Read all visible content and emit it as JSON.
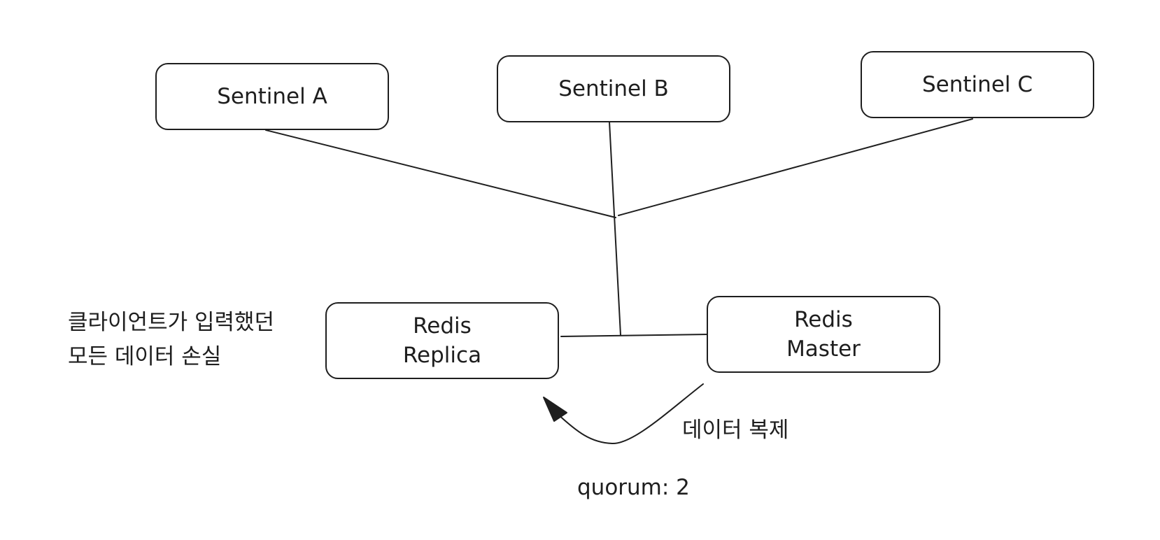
{
  "diagram": {
    "sentinels": [
      {
        "id": "sentinel-a",
        "label": "Sentinel A"
      },
      {
        "id": "sentinel-b",
        "label": "Sentinel B"
      },
      {
        "id": "sentinel-c",
        "label": "Sentinel C"
      }
    ],
    "replica": {
      "line1": "Redis",
      "line2": "Replica"
    },
    "master": {
      "line1": "Redis",
      "line2": "Master"
    },
    "loss_note": {
      "line1": "클라이언트가 입력했던",
      "line2": "모든 데이터 손실"
    },
    "replication_label": "데이터 복제",
    "quorum_label": "quorum: 2",
    "colors": {
      "stroke": "#1e1e1e",
      "background": "#ffffff"
    }
  }
}
